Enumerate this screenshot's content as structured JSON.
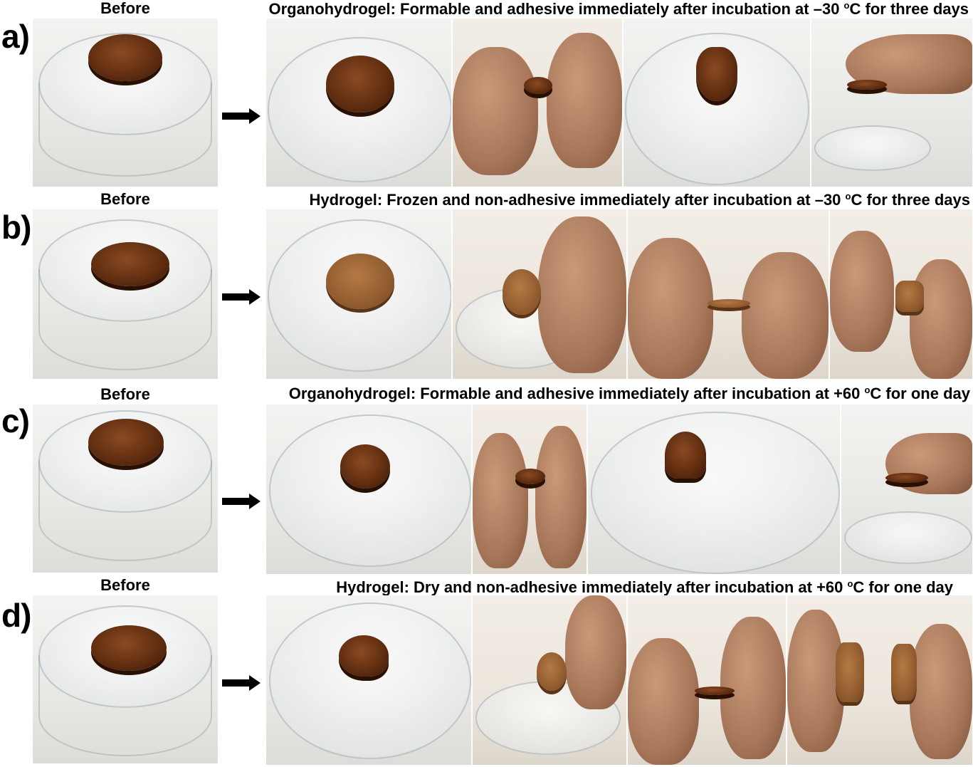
{
  "rows": [
    {
      "letter": "a)",
      "before": "Before",
      "caption": "Organohydrogel: Formable and adhesive immediately after incubation at –30 ",
      "unit": "o",
      "caption_tail": "C for three days"
    },
    {
      "letter": "b)",
      "before": "Before",
      "caption": "Hydrogel: Frozen and non-adhesive immediately after incubation at –30 ",
      "unit": "o",
      "caption_tail": "C for three days"
    },
    {
      "letter": "c)",
      "before": "Before",
      "caption": "Organohydrogel: Formable and adhesive immediately after incubation at +60 ",
      "unit": "o",
      "caption_tail": "C for one day"
    },
    {
      "letter": "d)",
      "before": "Before",
      "caption": "Hydrogel: Dry and non-adhesive immediately after incubation at +60 ",
      "unit": "o",
      "caption_tail": "C for one day"
    }
  ],
  "colors": {
    "gel_dark": "#5e2c10",
    "gel_light": "#8f5a2e",
    "arrow": "#000000"
  }
}
